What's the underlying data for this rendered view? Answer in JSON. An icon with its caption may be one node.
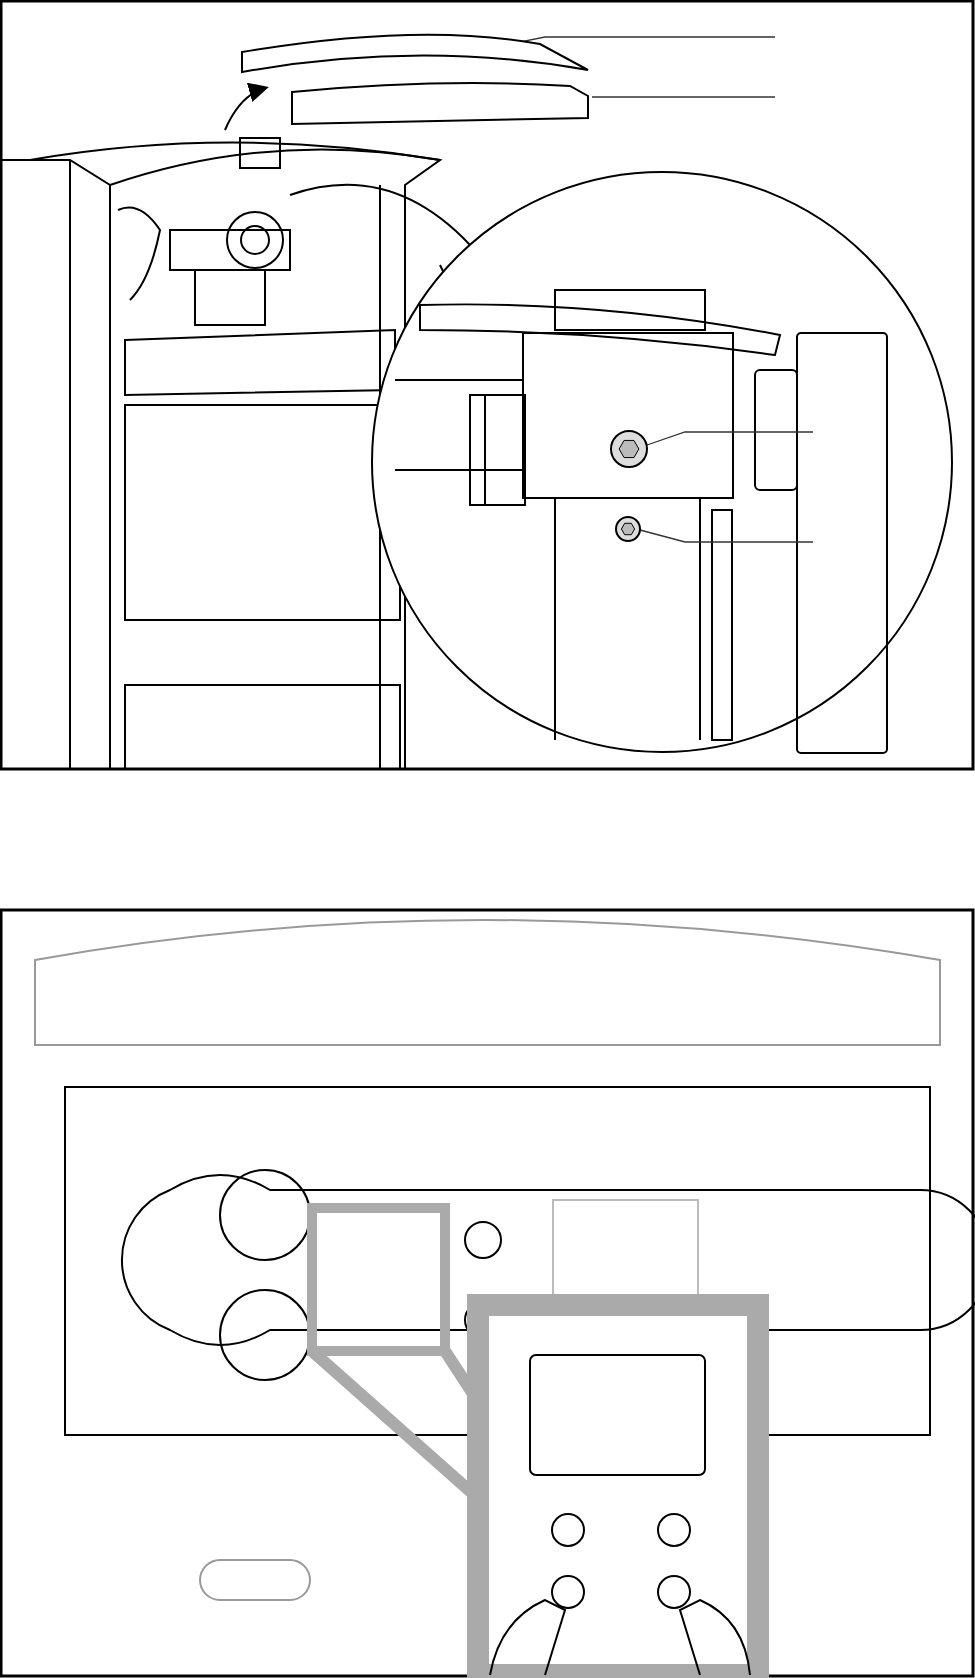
{
  "diagram": {
    "nodes": [
      {
        "text": [],
        "shape": "bar"
      },
      {
        "text": [],
        "shape": "box"
      },
      {
        "text": [],
        "shape": "picture"
      },
      {
        "text": [],
        "shape": "picture"
      }
    ],
    "edges": [
      {
        "from": 0,
        "to": null,
        "arrow": "none"
      },
      {
        "from": 1,
        "to": null,
        "arrow": "none"
      },
      {
        "from": 2,
        "to": null,
        "arrow": "none"
      },
      {
        "from": 3,
        "to": null,
        "arrow": "none"
      }
    ]
  }
}
